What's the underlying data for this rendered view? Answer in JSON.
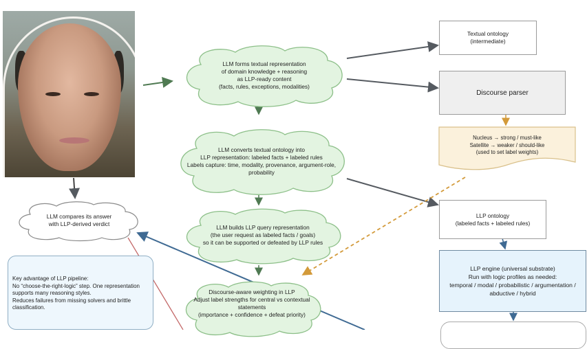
{
  "diagram": {
    "photo": {
      "alt": "Portrait photo of a smiling bald man"
    },
    "clouds": {
      "forms": {
        "lines": [
          "LLM forms textual representation",
          "of domain knowledge + reasoning",
          "as LLP-ready content",
          "(facts, rules, exceptions, modalities)"
        ]
      },
      "converts": {
        "lines": [
          "LLM converts textual ontology into",
          "LLP representation: labeled facts + labeled rules",
          "Labels capture: time, modality, provenance, argument-role,",
          "probability"
        ]
      },
      "query": {
        "lines": [
          "LLM builds LLP query representation",
          "(the user request as labeled facts / goals)",
          "so it can be supported or defeated by LLP rules"
        ]
      },
      "weighting": {
        "lines": [
          "Discourse-aware weighting in LLP",
          "Adjust label strengths for central vs contextual",
          "statements",
          "(importance + confidence + defeat priority)"
        ]
      },
      "compare": {
        "lines": [
          "LLM compares its answer",
          "with LLP-derived verdict"
        ]
      }
    },
    "boxes": {
      "textual_ontology": {
        "lines": [
          "Textual ontology",
          "(intermediate)"
        ]
      },
      "discourse_parser": {
        "lines": [
          "Discourse parser"
        ]
      },
      "nucleus_doc": {
        "lines": [
          "Nucleus → strong / must-like",
          "Satellite → weaker / should-like",
          "(used to set label weights)"
        ]
      },
      "llp_ontology": {
        "lines": [
          "LLP ontology",
          "(labeled facts + labeled rules)"
        ]
      },
      "llp_engine": {
        "lines": [
          "LLP engine (universal substrate)",
          "Run with logic profiles as needed:",
          "temporal / modal / probabilistic / argumentation /",
          "abductive / hybrid"
        ]
      }
    },
    "note": {
      "lines": [
        "Key advantage of LLP pipeline:",
        "No “choose-the-right-logic” step. One representation",
        "supports many reasoning styles.",
        "Reduces failures from missing solvers and brittle",
        "classification."
      ]
    },
    "colors": {
      "cloud_fill": "#e3f4e1",
      "cloud_stroke": "#8cbf88",
      "arrow_dark": "#555a60",
      "arrow_green": "#4f7a52",
      "arrow_blue": "#3f6a93",
      "arrow_dashed": "#d39a3a",
      "arrow_red": "#c46a6a",
      "doc_fill": "#fbf1dc",
      "doc_stroke": "#d9c08a"
    }
  }
}
